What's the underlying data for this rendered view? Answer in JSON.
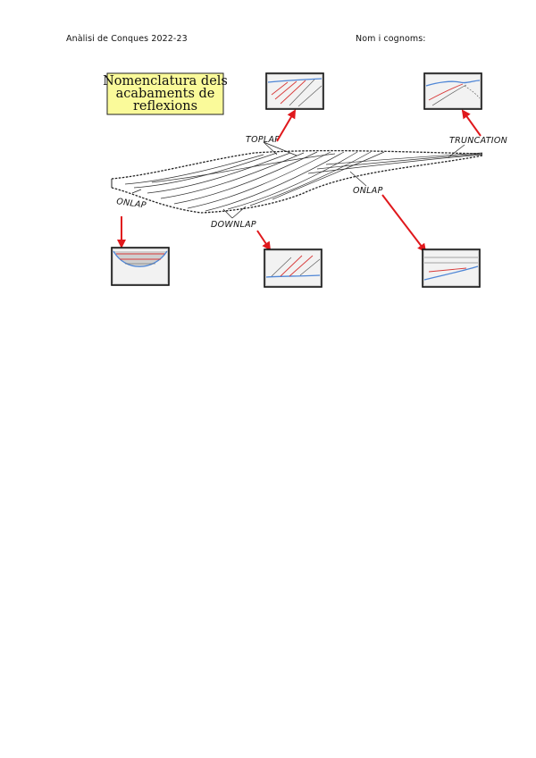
{
  "header": {
    "left": "Anàlisi de Conques 2022-23",
    "right": "Nom i cognoms:"
  },
  "figure": {
    "title_lines": [
      "Nomenclatura dels",
      "acabaments de",
      "reflexions"
    ],
    "labels": {
      "toplap": "TOPLAP",
      "truncation": "TRUNCATION",
      "onlap_right": "ONLAP",
      "onlap_left": "ONLAP",
      "downlap": "DOWNLAP"
    },
    "colors": {
      "title_box_fill": "#fafa9a",
      "arrow": "#e0181c",
      "inset_fill": "#cfcfcf",
      "inset_blue": "#4f86d6",
      "inset_red": "#d83a3a"
    }
  }
}
